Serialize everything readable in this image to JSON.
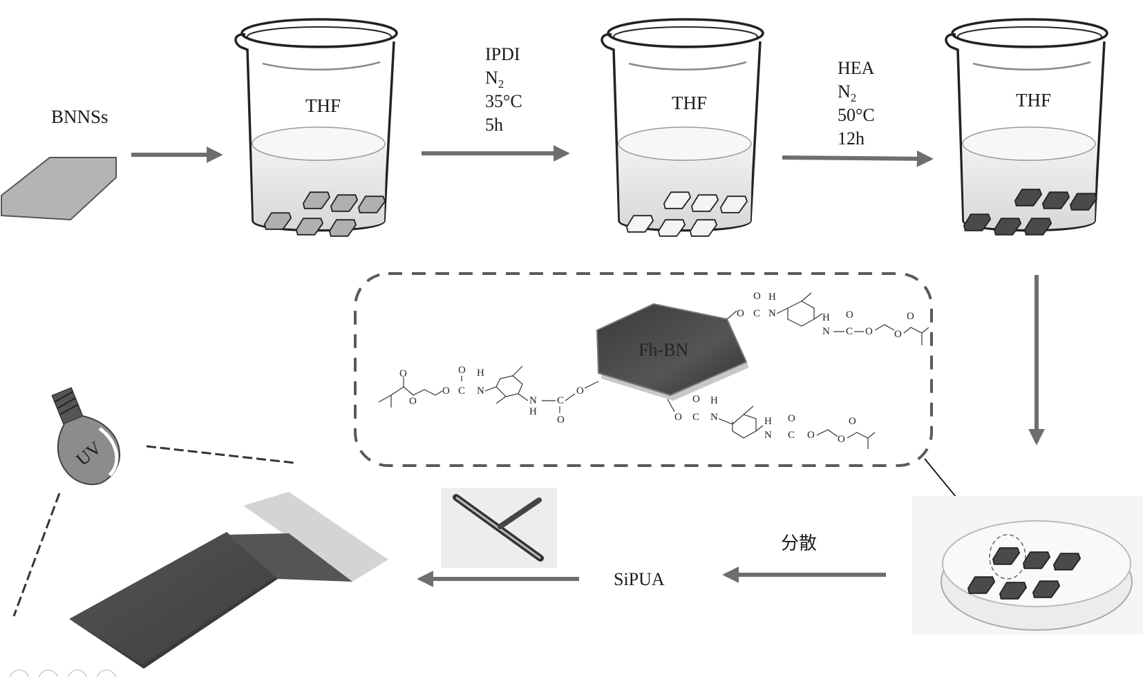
{
  "diagram": {
    "title": "Preparation of Fh-BN/SiPUA composite coating",
    "start_material": "BNNSs",
    "beakers": [
      {
        "solvent": "THF",
        "sheet_state": "pristine BNNSs (gray)"
      },
      {
        "solvent": "THF",
        "sheet_state": "IPDI-functionalized (white)"
      },
      {
        "solvent": "THF",
        "sheet_state": "Fh-BN (dark)"
      }
    ],
    "step1_conditions": {
      "reagent": "IPDI",
      "atmosphere_base": "N",
      "atmosphere_sub": "2",
      "temperature": "35°C",
      "time": "5h"
    },
    "step2_conditions": {
      "reagent": "HEA",
      "atmosphere_base": "N",
      "atmosphere_sub": "2",
      "temperature": "50°C",
      "time": "12h"
    },
    "inset": {
      "core_label": "Fh-BN",
      "atoms": {
        "O": "O",
        "C": "C",
        "N": "N",
        "H": "H"
      }
    },
    "disperse_label": "分散",
    "matrix_label": "SiPUA",
    "uv_label": "UV",
    "colors": {
      "arrow": "#6e6e6e",
      "dark_sheet": "#4a4a4a",
      "gray_sheet": "#b0b0b0",
      "dash": "#555555"
    }
  }
}
